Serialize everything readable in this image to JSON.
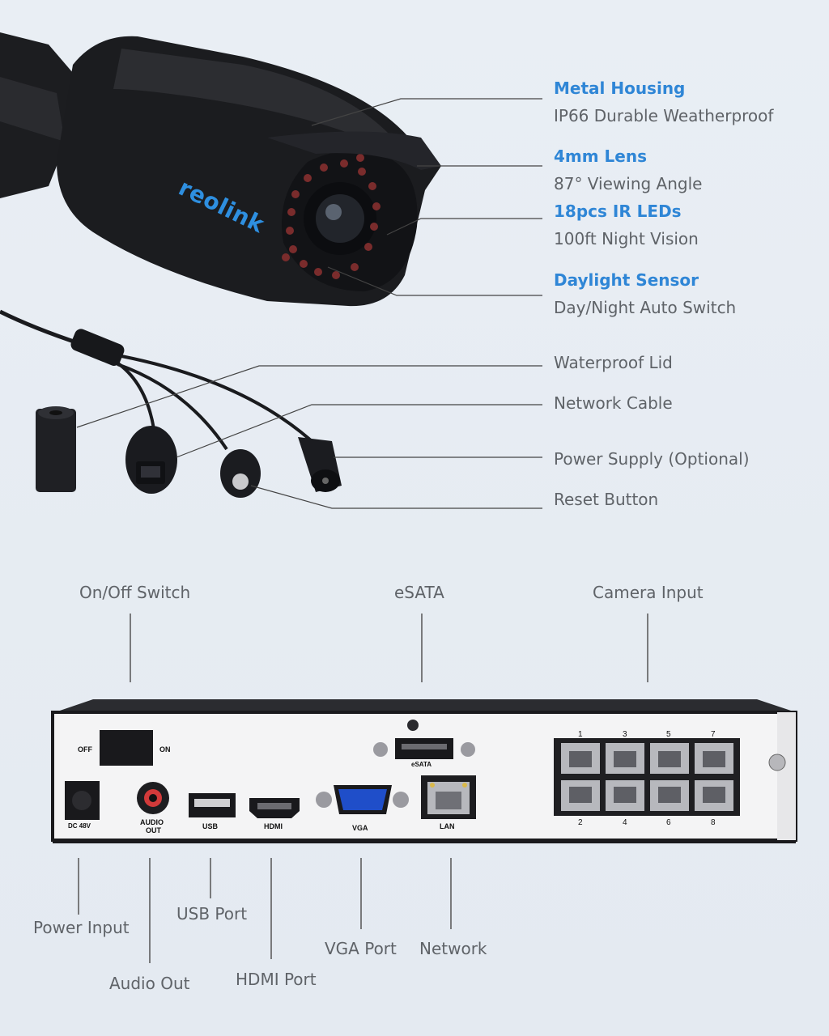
{
  "brand": {
    "logo_text": "reolink"
  },
  "camera_features": [
    {
      "title": "Metal Housing",
      "subtitle": "IP66 Durable Weatherproof"
    },
    {
      "title": "4mm Lens",
      "subtitle": "87° Viewing Angle"
    },
    {
      "title": "18pcs IR LEDs",
      "subtitle": "100ft Night Vision"
    },
    {
      "title": "Daylight Sensor",
      "subtitle": "Day/Night Auto Switch"
    }
  ],
  "cable_parts": [
    "Waterproof Lid",
    "Network Cable",
    "Power Supply (Optional)",
    "Reset Button"
  ],
  "nvr_top_labels": {
    "switch": "On/Off Switch",
    "esata": "eSATA",
    "camera_input": "Camera Input"
  },
  "nvr_bottom_labels": {
    "power": "Power Input",
    "audio": "Audio Out",
    "usb": "USB Port",
    "hdmi": "HDMI Port",
    "vga": "VGA Port",
    "network": "Network"
  },
  "nvr_panel": {
    "off": "OFF",
    "on": "ON",
    "dc": "DC 48V",
    "audio_line1": "AUDIO",
    "audio_line2": "OUT",
    "usb": "USB",
    "hdmi": "HDMI",
    "vga": "VGA",
    "lan": "LAN",
    "esata": "eSATA",
    "ports_top": [
      "1",
      "3",
      "5",
      "7"
    ],
    "ports_bottom": [
      "2",
      "4",
      "6",
      "8"
    ]
  },
  "colors": {
    "accent_blue": "#2f86d6",
    "label_gray": "#5f6368",
    "background": "#e6ecf2"
  }
}
